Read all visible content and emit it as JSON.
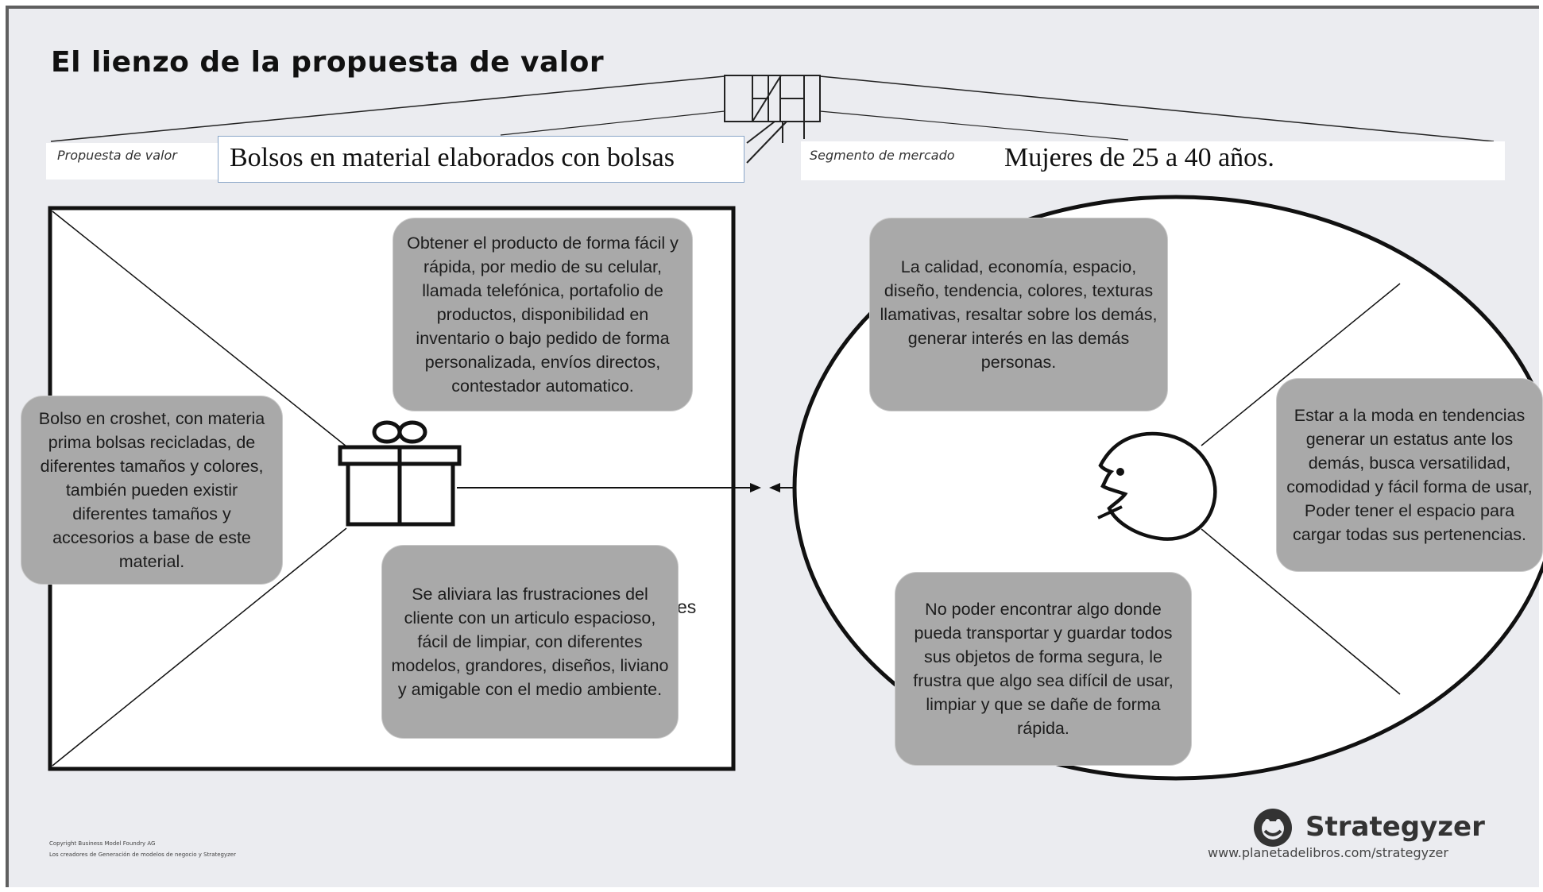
{
  "title": "El lienzo de la propuesta de valor",
  "value_proposition": {
    "label": "Propuesta de valor",
    "value": "Bolsos en material elaborados con bolsas"
  },
  "market_segment": {
    "label": "Segmento de mercado",
    "value": "Mujeres de 25 a 40 años."
  },
  "notes": {
    "products": "Bolso en croshet, con materia prima bolsas recicladas, de diferentes tamaños y colores, también pueden existir diferentes tamaños y accesorios a base de este material.",
    "gain_creators": "Obtener el producto de forma fácil y rápida, por medio de su celular, llamada telefónica, portafolio de productos, disponibilidad en inventario o bajo pedido de forma personalizada, envíos directos, contestador automatico.",
    "pain_relievers": "Se aliviara las frustraciones del cliente con un articulo espacioso, fácil de limpiar, con diferentes modelos, grandores, diseños, liviano y amigable con el medio ambiente.",
    "gains": "La calidad, economía, espacio, diseño, tendencia, colores, texturas llamativas, resaltar sobre los demás, generar interés en las demás personas.",
    "customer_jobs": "Estar a la moda en tendencias generar un estatus ante los demás, busca versatilidad, comodidad y fácil forma de usar, Poder tener el espacio para cargar todas sus pertenencias.",
    "pains": "No poder encontrar algo donde  pueda transportar y guardar todos sus objetos de forma segura, le frustra que algo sea difícil de usar, limpiar y que se dañe de forma rápida."
  },
  "hidden_fragment": "es",
  "footer": {
    "copyright_line1": "Copyright Business Model Foundry AG",
    "copyright_line2": "Los creadores de Generación de modelos de negocio y Strategyzer",
    "brand": "Strategyzer",
    "url": "www.planetadelibros.com/strategyzer"
  },
  "icons": {
    "product": "gift-icon",
    "customer": "face-icon",
    "brand": "strategyzer-logo-icon"
  }
}
